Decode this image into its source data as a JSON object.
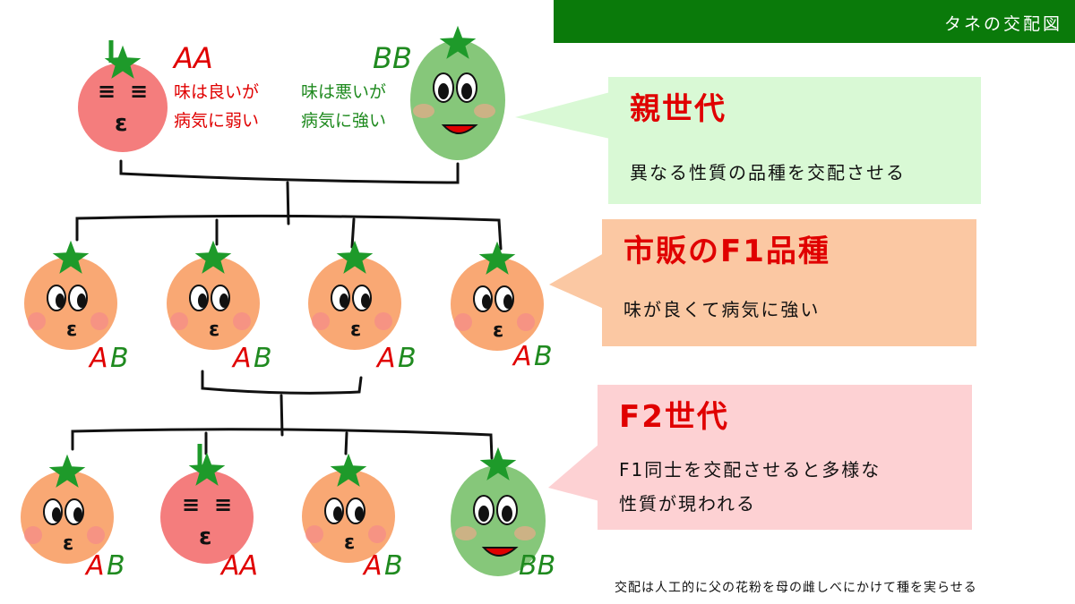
{
  "header": {
    "title": "タネの交配図"
  },
  "parents": [
    {
      "genotype": "AA",
      "trait_line1": "味は良いが",
      "trait_line2": "病気に弱い",
      "color": "#e00000"
    },
    {
      "genotype": "BB",
      "trait_line1": "味は悪いが",
      "trait_line2": "病気に強い",
      "color": "#1f8a1f"
    }
  ],
  "f1_children": [
    {
      "genotype": "AB"
    },
    {
      "genotype": "AB"
    },
    {
      "genotype": "AB"
    },
    {
      "genotype": "AB"
    }
  ],
  "f2_children": [
    {
      "genotype": "AB"
    },
    {
      "genotype": "AA"
    },
    {
      "genotype": "AB"
    },
    {
      "genotype": "BB"
    }
  ],
  "callouts": {
    "parent_gen": {
      "title": "親世代",
      "description": "異なる性質の品種を交配させる"
    },
    "f1": {
      "title": "市販のF1品種",
      "description": "味が良くて病気に強い"
    },
    "f2": {
      "title": "F2世代",
      "line1": "F1同士を交配させると多様な",
      "line2": "性質が現われる"
    }
  },
  "footnote": "交配は人工的に父の花粉を母の雌しべにかけて種を実らせる",
  "colors": {
    "header_bg": "#0a7a0a",
    "aa_tomato": "#f47d7d",
    "bb_tomato": "#86c77a",
    "ab_tomato": "#f9a874",
    "stem": "#1e9a2a",
    "label_red": "#e00000",
    "label_green": "#1f8a1f"
  },
  "icons": [
    "tomato-aa-face-icon",
    "tomato-bb-face-icon",
    "tomato-ab-face-icon"
  ]
}
